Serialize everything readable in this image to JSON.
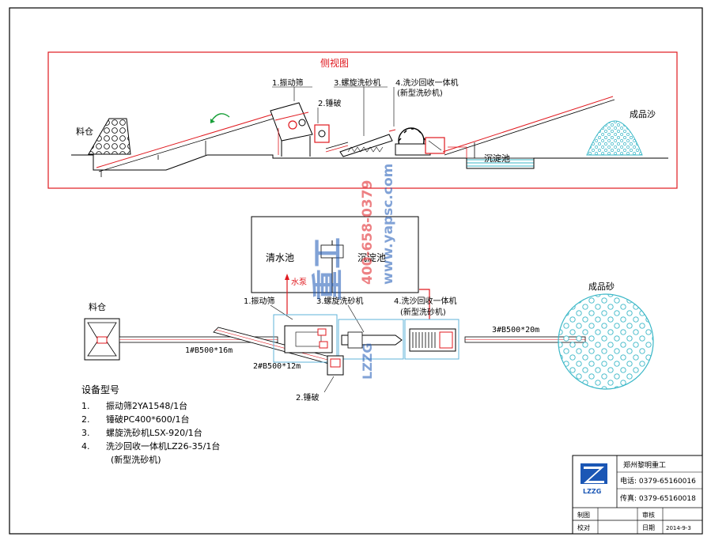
{
  "side_view": {
    "title": "侧视图",
    "labels": {
      "screen": "1.振动筛",
      "crusher": "2.锤破",
      "spiral": "3.螺旋洗砂机",
      "recycle_line1": "4.洗沙回收一体机",
      "recycle_line2": "(新型洗砂机)",
      "hopper": "料仓",
      "product": "成品沙",
      "settling": "沉淀池"
    }
  },
  "plan_view": {
    "clear_pool": "清水池",
    "settling_pool": "沉淀池",
    "pump": "水泵",
    "screen": "1.振动筛",
    "spiral": "3.螺旋洗砂机",
    "recycle_line1": "4.洗沙回收一体机",
    "recycle_line2": "(新型洗砂机)",
    "crusher": "2.锤破",
    "hopper": "料仓",
    "product": "成品砂",
    "belt1": "1#B500*16m",
    "belt2": "2#B500*12m",
    "belt3": "3#B500*20m"
  },
  "equipment": {
    "heading": "设备型号",
    "items": [
      {
        "num": "1.",
        "text": "振动筛2YA1548/1台"
      },
      {
        "num": "2.",
        "text": "锤破PC400*600/1台"
      },
      {
        "num": "3.",
        "text": "螺旋洗砂机LSX-920/1台"
      },
      {
        "num": "4.",
        "text": "洗沙回收一体机LZ26-35/1台"
      }
    ],
    "note": "(新型洗砂机)"
  },
  "watermark": {
    "brand": "重工",
    "phone": "400-658-0379",
    "url": "www.yapsc.com",
    "code": "LZZG"
  },
  "title_block": {
    "company": "郑州黎明重工",
    "tel": "电话: 0379-65160016",
    "fax": "传真: 0379-65160018",
    "logo": "LZZG",
    "drawn_label": "制图",
    "checked_label": "校对",
    "review_label": "审核",
    "date_label": "日期",
    "date": "2014-9-3"
  },
  "colors": {
    "red": "#e0191f",
    "blue": "#1b57b5",
    "line": "#000000"
  }
}
